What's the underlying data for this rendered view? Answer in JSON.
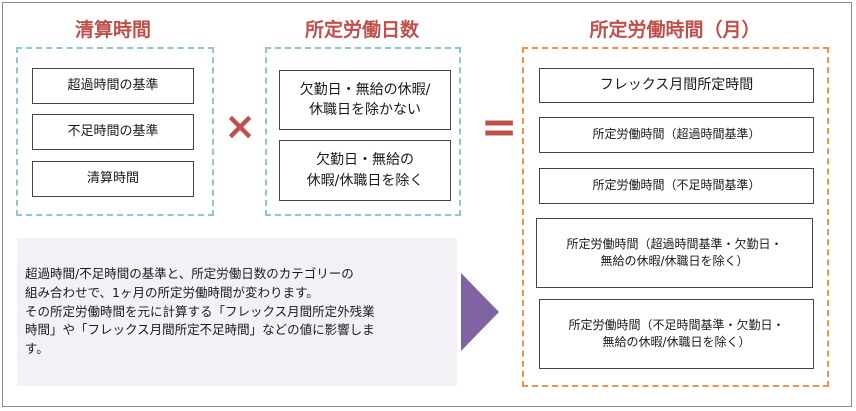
{
  "headings": {
    "settlement": "清算時間",
    "workdays": "所定労働日数",
    "monthly": "所定労働時間（月）"
  },
  "settlement_boxes": [
    "超過時間の基準",
    "不足時間の基準",
    "清算時間"
  ],
  "workday_boxes": [
    "欠勤日・無給の休暇/\n休職日を除かない",
    "欠勤日・無給の\n休暇/休職日を除く"
  ],
  "operators": {
    "multiply": "×",
    "equals": "="
  },
  "monthly_boxes": [
    "フレックス月間所定時間",
    "所定労働時間（超過時間基準）",
    "所定労働時間（不足時間基準）",
    "所定労働時間（超過時間基準・欠勤日・\n無給の休暇/休職日を除く）",
    "所定労働時間（不足時間基準・欠勤日・\n無給の休暇/休職日を除く）"
  ],
  "note": {
    "line1": "超過時間/不足時間の基準と、所定労働日数のカテゴリーの",
    "line2": "組み合わせで、1ヶ月の所定労働時間が変わります。",
    "line3": "その所定労働時間を元に計算する「フレックス月間所定外残業",
    "line4": "時間」や「フレックス月間所定不足時間」などの値に影響しま",
    "line5": "す。"
  },
  "colors": {
    "heading": "#c0504d",
    "blue_dash": "#8fc6d4",
    "orange_dash": "#f0924a",
    "arrow": "#8064a2",
    "note_bg": "#f3f1f6"
  }
}
